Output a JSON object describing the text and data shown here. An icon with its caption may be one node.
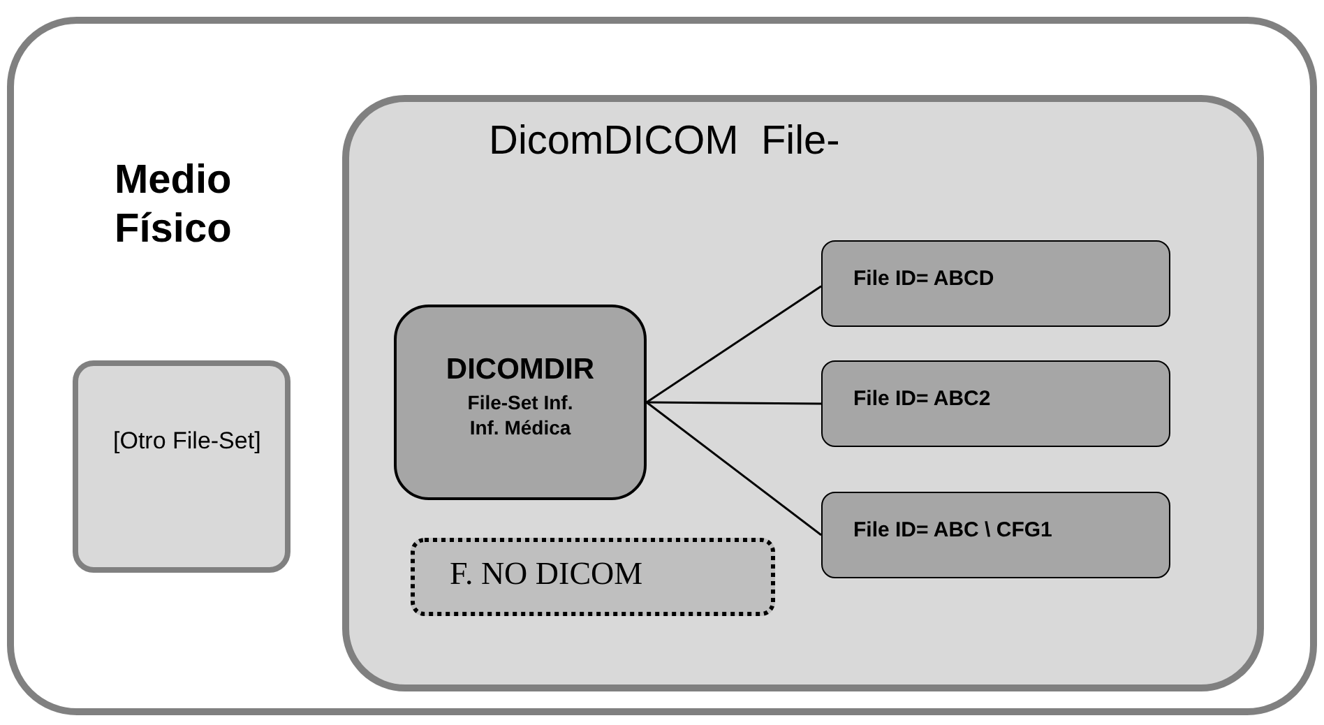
{
  "diagram": {
    "nodes": [
      {
        "text": [
          "Medio Físico"
        ]
      },
      {
        "text": [
          "DicomDICOM  File-"
        ],
        "in": 0
      },
      {
        "text": [
          "[Otro File-Set]"
        ],
        "in": 0
      },
      {
        "text": [
          "DICOMDIR",
          "File-Set Inf.",
          "Inf. Médica"
        ],
        "in": 1
      },
      {
        "text": [
          "File ID= ABCD"
        ],
        "in": 1
      },
      {
        "text": [
          "File ID= ABC2"
        ],
        "in": 1
      },
      {
        "text": [
          "File ID= ABC \\ CFG1"
        ],
        "in": 1
      },
      {
        "text": [
          "F. NO DICOM"
        ],
        "in": 1
      }
    ],
    "edges": [
      {
        "from": 3,
        "to": 4,
        "arrow": "none"
      },
      {
        "from": 3,
        "to": 5,
        "arrow": "none"
      },
      {
        "from": 3,
        "to": 6,
        "arrow": "none"
      }
    ]
  }
}
